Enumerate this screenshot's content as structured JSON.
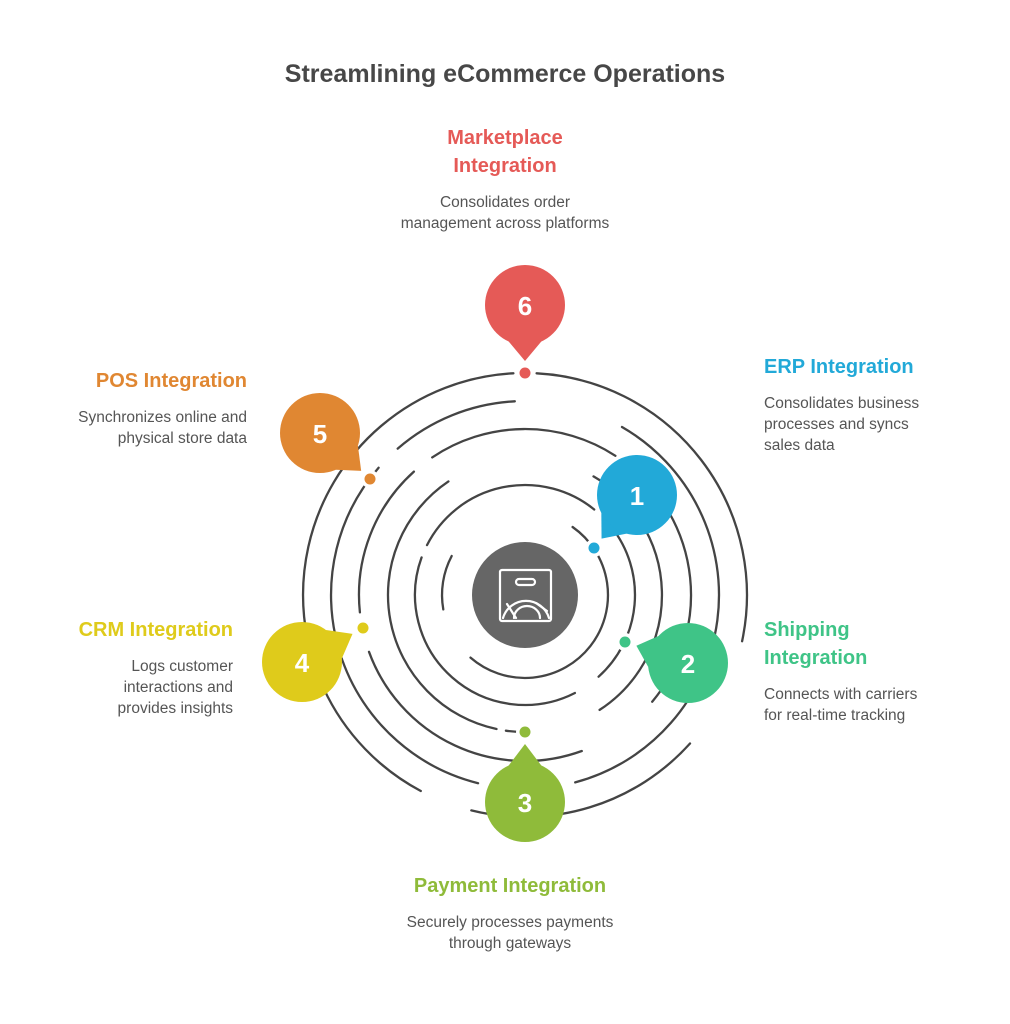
{
  "title": "Streamlining eCommerce Operations",
  "center_icon": "shopping-bag-scale-icon",
  "ring_color": "#444444",
  "center_color": "#666666",
  "steps": [
    {
      "number": "1",
      "title": "ERP Integration",
      "title_lines": [
        "ERP Integration"
      ],
      "description_lines": [
        "Consolidates business",
        "processes and syncs",
        "sales data"
      ],
      "color": "#22A9D8"
    },
    {
      "number": "2",
      "title": "Shipping Integration",
      "title_lines": [
        "Shipping",
        "Integration"
      ],
      "description_lines": [
        "Connects with carriers",
        "for real-time tracking"
      ],
      "color": "#3FC487"
    },
    {
      "number": "3",
      "title": "Payment Integration",
      "title_lines": [
        "Payment Integration"
      ],
      "description_lines": [
        "Securely processes payments",
        "through gateways"
      ],
      "color": "#8FBB3A"
    },
    {
      "number": "4",
      "title": "CRM Integration",
      "title_lines": [
        "CRM Integration"
      ],
      "description_lines": [
        "Logs customer",
        "interactions and",
        "provides insights"
      ],
      "color": "#DFCB1B"
    },
    {
      "number": "5",
      "title": "POS Integration",
      "title_lines": [
        "POS Integration"
      ],
      "description_lines": [
        "Synchronizes online and",
        "physical store data"
      ],
      "color": "#E08732"
    },
    {
      "number": "6",
      "title": "Marketplace Integration",
      "title_lines": [
        "Marketplace",
        "Integration"
      ],
      "description_lines": [
        "Consolidates order",
        "management across platforms"
      ],
      "color": "#E55A57"
    }
  ]
}
